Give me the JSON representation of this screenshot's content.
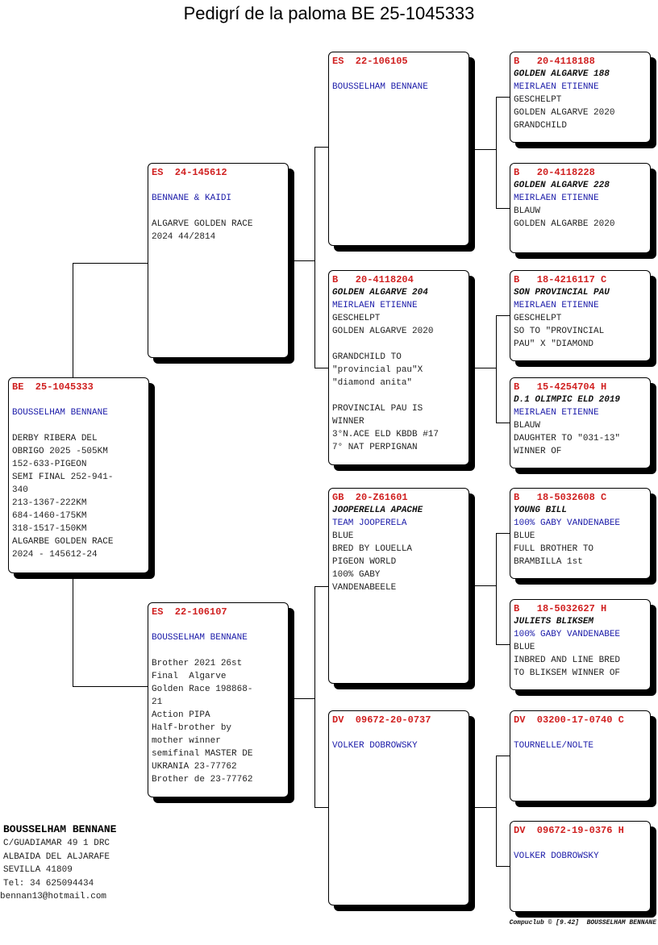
{
  "title": "Pedigrí de la paloma BE  25-1045333",
  "pigeons": {
    "subject": {
      "rows": [
        {
          "t": "ring",
          "v": "BE  25-1045333"
        },
        {
          "t": "blank"
        },
        {
          "t": "owner",
          "v": "BOUSSELHAM BENNANE"
        },
        {
          "t": "blank"
        },
        {
          "t": "text",
          "v": "DERBY RIBERA DEL"
        },
        {
          "t": "text",
          "v": "OBRIGO 2025 -505KM"
        },
        {
          "t": "text",
          "v": "152-633-PIGEON"
        },
        {
          "t": "text",
          "v": "SEMI FINAL 252-941-"
        },
        {
          "t": "text",
          "v": "340"
        },
        {
          "t": "text",
          "v": "213-1367-222KM"
        },
        {
          "t": "text",
          "v": "684-1460-175KM"
        },
        {
          "t": "text",
          "v": "318-1517-150KM"
        },
        {
          "t": "text",
          "v": "ALGARBE GOLDEN RACE"
        },
        {
          "t": "text",
          "v": "2024 - 145612-24"
        }
      ]
    },
    "sire": {
      "rows": [
        {
          "t": "ring",
          "v": "ES  24-145612"
        },
        {
          "t": "blank"
        },
        {
          "t": "owner",
          "v": "BENNANE & KAIDI"
        },
        {
          "t": "blank"
        },
        {
          "t": "text",
          "v": "ALGARVE GOLDEN RACE"
        },
        {
          "t": "text",
          "v": "2024 44/2814"
        }
      ]
    },
    "dam": {
      "rows": [
        {
          "t": "ring",
          "v": "ES  22-106107"
        },
        {
          "t": "blank"
        },
        {
          "t": "owner",
          "v": "BOUSSELHAM BENNANE"
        },
        {
          "t": "blank"
        },
        {
          "t": "text",
          "v": "Brother 2021 26st"
        },
        {
          "t": "text",
          "v": "Final  Algarve"
        },
        {
          "t": "text",
          "v": "Golden Race 198868-"
        },
        {
          "t": "text",
          "v": "21"
        },
        {
          "t": "text",
          "v": "Action PIPA"
        },
        {
          "t": "text",
          "v": "Half-brother by"
        },
        {
          "t": "text",
          "v": "mother winner"
        },
        {
          "t": "text",
          "v": "semifinal MASTER DE"
        },
        {
          "t": "text",
          "v": "UKRANIA 23-77762"
        },
        {
          "t": "text",
          "v": "Brother de 23-77762"
        }
      ]
    },
    "ss": {
      "rows": [
        {
          "t": "ring",
          "v": "ES  22-106105"
        },
        {
          "t": "blank"
        },
        {
          "t": "owner",
          "v": "BOUSSELHAM BENNANE"
        }
      ]
    },
    "sd": {
      "rows": [
        {
          "t": "ring",
          "v": "B   20-4118204"
        },
        {
          "t": "name",
          "v": "GOLDEN ALGARVE 204"
        },
        {
          "t": "owner",
          "v": "MEIRLAEN ETIENNE"
        },
        {
          "t": "text",
          "v": "GESCHELPT"
        },
        {
          "t": "text",
          "v": "GOLDEN ALGARVE 2020"
        },
        {
          "t": "blank"
        },
        {
          "t": "text",
          "v": "GRANDCHILD TO"
        },
        {
          "t": "text",
          "v": "\"provincial pau\"X"
        },
        {
          "t": "text",
          "v": "\"diamond anita\""
        },
        {
          "t": "blank"
        },
        {
          "t": "text",
          "v": "PROVINCIAL PAU IS"
        },
        {
          "t": "text",
          "v": "WINNER"
        },
        {
          "t": "text",
          "v": "3°N.ACE ELD KBDB #17"
        },
        {
          "t": "text",
          "v": "7° NAT PERPIGNAN"
        }
      ]
    },
    "ds": {
      "rows": [
        {
          "t": "ring",
          "v": "GB  20-Z61601"
        },
        {
          "t": "name",
          "v": "JOOPERELLA APACHE"
        },
        {
          "t": "owner",
          "v": "TEAM JOOPERELA"
        },
        {
          "t": "text",
          "v": "BLUE"
        },
        {
          "t": "text",
          "v": "BRED BY LOUELLA"
        },
        {
          "t": "text",
          "v": "PIGEON WORLD"
        },
        {
          "t": "text",
          "v": "100% GABY"
        },
        {
          "t": "text",
          "v": "VANDENABEELE"
        }
      ]
    },
    "dd": {
      "rows": [
        {
          "t": "ring",
          "v": "DV  09672-20-0737"
        },
        {
          "t": "blank"
        },
        {
          "t": "owner",
          "v": "VOLKER DOBROWSKY"
        }
      ]
    },
    "sss": {
      "rows": [
        {
          "t": "ring",
          "v": "B   20-4118188"
        },
        {
          "t": "name",
          "v": "GOLDEN ALGARVE 188"
        },
        {
          "t": "owner",
          "v": "MEIRLAEN ETIENNE"
        },
        {
          "t": "text",
          "v": "GESCHELPT"
        },
        {
          "t": "text",
          "v": "GOLDEN ALGARVE 2020"
        },
        {
          "t": "text",
          "v": "GRANDCHILD"
        }
      ]
    },
    "ssd": {
      "rows": [
        {
          "t": "ring",
          "v": "B   20-4118228"
        },
        {
          "t": "name",
          "v": "GOLDEN ALGARVE 228"
        },
        {
          "t": "owner",
          "v": "MEIRLAEN ETIENNE"
        },
        {
          "t": "text",
          "v": "BLAUW"
        },
        {
          "t": "text",
          "v": "GOLDEN ALGARBE 2020"
        }
      ]
    },
    "sds": {
      "rows": [
        {
          "t": "ring",
          "v": "B   18-4216117 C"
        },
        {
          "t": "name",
          "v": "SON PROVINCIAL PAU"
        },
        {
          "t": "owner",
          "v": "MEIRLAEN ETIENNE"
        },
        {
          "t": "text",
          "v": "GESCHELPT"
        },
        {
          "t": "text",
          "v": "SO TO \"PROVINCIAL"
        },
        {
          "t": "text",
          "v": "PAU\" X \"DIAMOND"
        }
      ]
    },
    "sdd": {
      "rows": [
        {
          "t": "ring",
          "v": "B   15-4254704 H"
        },
        {
          "t": "name",
          "v": "D.1 OLIMPIC ELD 2019"
        },
        {
          "t": "owner",
          "v": "MEIRLAEN ETIENNE"
        },
        {
          "t": "text",
          "v": "BLAUW"
        },
        {
          "t": "text",
          "v": "DAUGHTER TO \"031-13\""
        },
        {
          "t": "text",
          "v": "WINNER OF"
        }
      ]
    },
    "dss": {
      "rows": [
        {
          "t": "ring",
          "v": "B   18-5032608 C"
        },
        {
          "t": "name",
          "v": "YOUNG BILL"
        },
        {
          "t": "owner",
          "v": "100% GABY VANDENABEE"
        },
        {
          "t": "text",
          "v": "BLUE"
        },
        {
          "t": "text",
          "v": "FULL BROTHER TO"
        },
        {
          "t": "text",
          "v": "BRAMBILLA 1st"
        }
      ]
    },
    "dsd": {
      "rows": [
        {
          "t": "ring",
          "v": "B   18-5032627 H"
        },
        {
          "t": "name",
          "v": "JULIETS BLIKSEM"
        },
        {
          "t": "owner",
          "v": "100% GABY VANDENABEE"
        },
        {
          "t": "text",
          "v": "BLUE"
        },
        {
          "t": "text",
          "v": "INBRED AND LINE BRED"
        },
        {
          "t": "text",
          "v": "TO BLIKSEM WINNER OF"
        }
      ]
    },
    "dds": {
      "rows": [
        {
          "t": "ring",
          "v": "DV  03200-17-0740 C"
        },
        {
          "t": "blank"
        },
        {
          "t": "owner",
          "v": "TOURNELLE/NOLTE"
        }
      ]
    },
    "ddd": {
      "rows": [
        {
          "t": "ring",
          "v": "DV  09672-19-0376 H"
        },
        {
          "t": "blank"
        },
        {
          "t": "owner",
          "v": "VOLKER DOBROWSKY"
        }
      ]
    }
  },
  "breeder": {
    "name": "BOUSSELHAM BENNANE",
    "address1": "C/GUADIAMAR 49 1 DRC",
    "address2": "ALBAIDA DEL ALJARAFE",
    "city": "SEVILLA 41809",
    "phone": "Tel: 34 625094434",
    "email": "bennan13@hotmail.com"
  },
  "footer": "Compuclub © [9.42]  BOUSSELHAM BENNANE",
  "colors": {
    "ring": "#d02020",
    "owner": "#1a1aa8"
  }
}
